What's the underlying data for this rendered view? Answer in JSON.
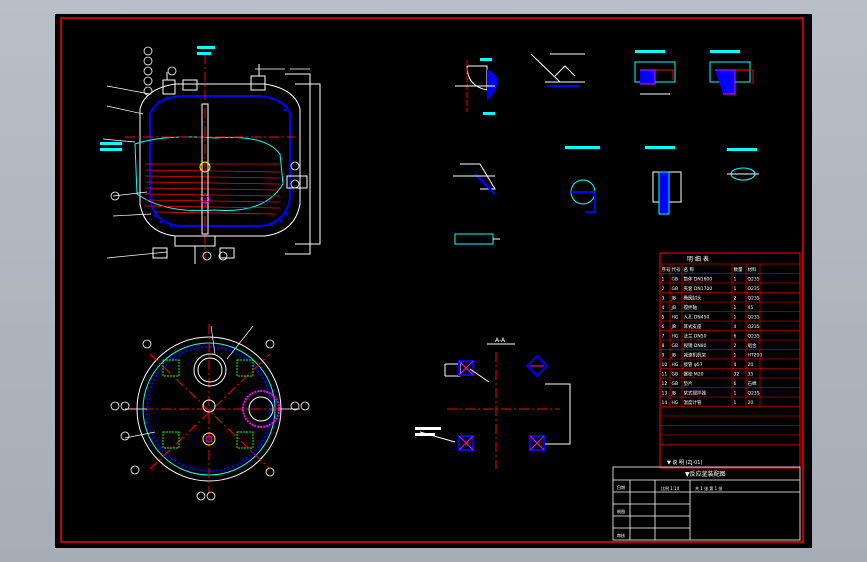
{
  "colors": {
    "background": "#000000",
    "frame": "#ff0000",
    "outline": "#ffffff",
    "dimension": "#00ffff",
    "hatch": "#0000ff",
    "centerline": "#ff0000",
    "leader": "#ffff00",
    "accent": "#ff00ff",
    "panel": "#a9afb8"
  },
  "labels": {
    "section_aa": "A-A",
    "bom_header": "明 细 表",
    "bom_note": "▼  说 明 (ZJ-01)",
    "title_main": "▼反应釜装配图",
    "title_scale": "比例 1:10",
    "title_sheet": "共 1 张  第 1 张",
    "title_date": "日期",
    "title_drawn": "制图",
    "title_checked": "审核"
  },
  "bom": {
    "rows": [
      {
        "no": "1",
        "code": "GB",
        "name": "筒体 DN1600",
        "qty": "1",
        "mat": "Q235"
      },
      {
        "no": "2",
        "code": "GB",
        "name": "夹套 DN1700",
        "qty": "1",
        "mat": "Q235"
      },
      {
        "no": "3",
        "code": "JB",
        "name": "椭圆封头",
        "qty": "2",
        "mat": "Q235"
      },
      {
        "no": "4",
        "code": "JB",
        "name": "搅拌轴",
        "qty": "1",
        "mat": "45"
      },
      {
        "no": "5",
        "code": "HG",
        "name": "人孔 DN450",
        "qty": "1",
        "mat": "Q235"
      },
      {
        "no": "6",
        "code": "JB",
        "name": "耳式支座",
        "qty": "4",
        "mat": "Q235"
      },
      {
        "no": "7",
        "code": "HG",
        "name": "法兰 DN50",
        "qty": "6",
        "mat": "Q235"
      },
      {
        "no": "8",
        "code": "GB",
        "name": "视镜 DN80",
        "qty": "2",
        "mat": "组合"
      },
      {
        "no": "9",
        "code": "JB",
        "name": "减速机机架",
        "qty": "1",
        "mat": "HT200"
      },
      {
        "no": "10",
        "code": "HG",
        "name": "接管 φ57",
        "qty": "4",
        "mat": "20"
      },
      {
        "no": "11",
        "code": "GB",
        "name": "螺栓 M20",
        "qty": "32",
        "mat": "35"
      },
      {
        "no": "12",
        "code": "GB",
        "name": "垫片",
        "qty": "6",
        "mat": "石棉"
      },
      {
        "no": "13",
        "code": "JB",
        "name": "桨式搅拌器",
        "qty": "1",
        "mat": "Q235"
      },
      {
        "no": "14",
        "code": "HG",
        "name": "温度计管",
        "qty": "1",
        "mat": "20"
      }
    ],
    "headers": [
      "序号",
      "代号",
      "名 称",
      "数量",
      "材料"
    ]
  }
}
